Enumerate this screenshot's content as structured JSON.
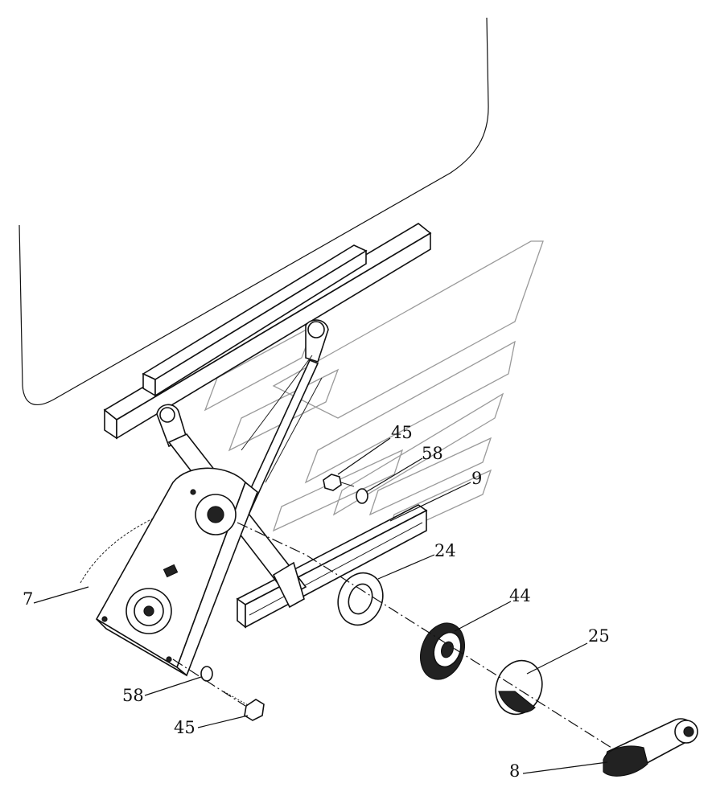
{
  "diagram": {
    "callouts": [
      {
        "id": "c7",
        "label": "7"
      },
      {
        "id": "c45a",
        "label": "45"
      },
      {
        "id": "c58a",
        "label": "58"
      },
      {
        "id": "c9",
        "label": "9"
      },
      {
        "id": "c24",
        "label": "24"
      },
      {
        "id": "c44",
        "label": "44"
      },
      {
        "id": "c25",
        "label": "25"
      },
      {
        "id": "c58b",
        "label": "58"
      },
      {
        "id": "c45b",
        "label": "45"
      },
      {
        "id": "c8",
        "label": "8"
      }
    ]
  }
}
